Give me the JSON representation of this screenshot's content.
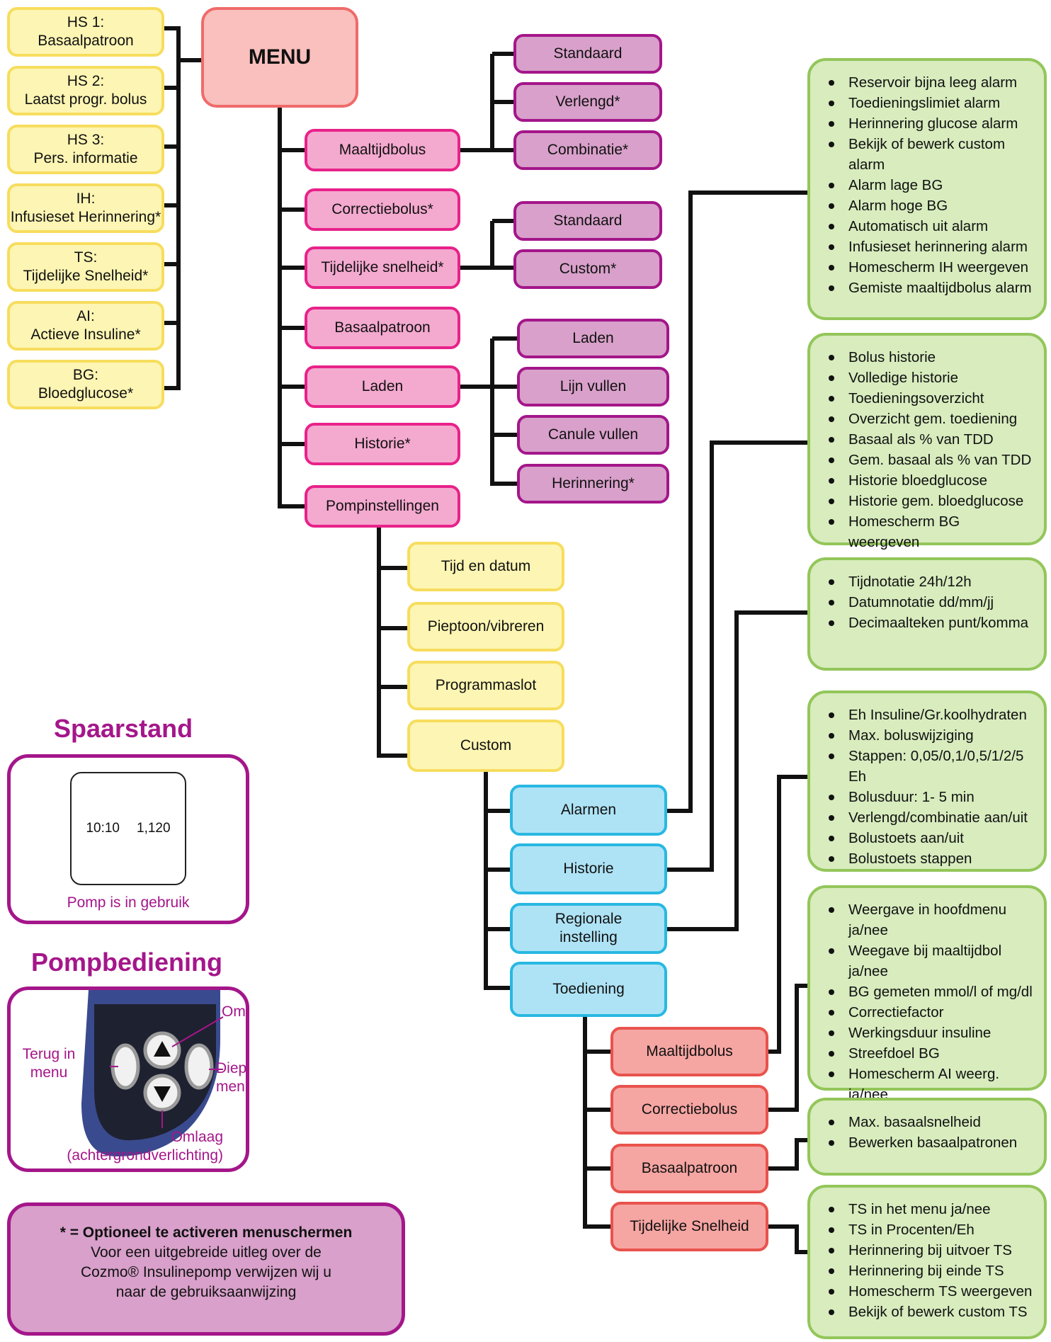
{
  "menu": {
    "title": "MENU"
  },
  "home_screens": [
    {
      "code": "HS 1:",
      "label": "Basaalpatroon"
    },
    {
      "code": "HS 2:",
      "label": "Laatst progr. bolus"
    },
    {
      "code": "HS 3:",
      "label": "Pers. informatie"
    },
    {
      "code": "IH:",
      "label": "Infusieset Herinnering*"
    },
    {
      "code": "TS:",
      "label": "Tijdelijke Snelheid*"
    },
    {
      "code": "AI:",
      "label": "Actieve Insuline*"
    },
    {
      "code": "BG:",
      "label": "Bloedglucose*"
    }
  ],
  "main_menu": [
    "Maaltijdbolus",
    "Correctiebolus*",
    "Tijdelijke snelheid*",
    "Basaalpatroon",
    "Laden",
    "Historie*",
    "Pompinstellingen"
  ],
  "maaltijdbolus_sub": [
    "Standaard",
    "Verlengd*",
    "Combinatie*"
  ],
  "tijdelijke_sub": [
    "Standaard",
    "Custom*"
  ],
  "laden_sub": [
    "Laden",
    "Lijn vullen",
    "Canule vullen",
    "Herinnering*"
  ],
  "pomp_sub": [
    "Tijd en datum",
    "Pieptoon/vibreren",
    "Programmaslot",
    "Custom"
  ],
  "custom_sub": [
    "Alarmen",
    "Historie",
    "Regionale instelling",
    "Toediening"
  ],
  "toediening_sub": [
    "Maaltijdbolus",
    "Correctiebolus",
    "Basaalpatroon",
    "Tijdelijke Snelheid"
  ],
  "lists": {
    "alarmen": [
      "Reservoir bijna leeg alarm",
      "Toedieningslimiet alarm",
      "Herinnering glucose alarm",
      "Bekijk of bewerk custom alarm",
      "Alarm lage BG",
      "Alarm hoge BG",
      "Automatisch uit alarm",
      "Infusieset herinnering alarm",
      "Homescherm IH weergeven",
      "Gemiste maaltijdbolus alarm"
    ],
    "historie": [
      "Bolus historie",
      "Volledige historie",
      "Toedieningsoverzicht",
      "Overzicht gem. toediening",
      "Basaal als % van TDD",
      "Gem. basaal als % van TDD",
      "Historie bloedglucose",
      "Historie gem. bloedglucose",
      "Homescherm BG weergeven"
    ],
    "regionaal": [
      "Tijdnotatie 24h/12h",
      "Datumnotatie dd/mm/jj",
      "Decimaalteken punt/komma"
    ],
    "maaltijdbolus": [
      "Eh Insuline/Gr.koolhydraten",
      "Max. boluswijziging",
      "Stappen: 0,05/0,1/0,5/1/2/5 Eh",
      "Bolusduur: 1- 5 min",
      "Verlengd/combinatie aan/uit",
      "Bolustoets aan/uit",
      "Bolustoets stappen"
    ],
    "correctiebolus": [
      "Weergave in hoofdmenu ja/nee",
      "Weegave bij maaltijdbol ja/nee",
      "BG gemeten mmol/l of mg/dl",
      "Correctiefactor",
      "Werkingsduur insuline",
      "Streefdoel BG",
      "Homescherm AI weerg. ja/nee"
    ],
    "basaal": [
      "Max. basaalsnelheid",
      "Bewerken basaalpatronen"
    ],
    "ts": [
      "TS in het menu ja/nee",
      "TS in Procenten/Eh",
      "Herinnering bij uitvoer TS",
      "Herinnering bij einde TS",
      "Homescherm TS weergeven",
      "Bekijk of bewerk custom TS"
    ]
  },
  "spaarstand": {
    "title": "Spaarstand",
    "time": "10:10",
    "value": "1,120",
    "status": "Pomp is in gebruik"
  },
  "bediening": {
    "title": "Pompbediening",
    "up": "Omhoog",
    "back": "Terug in menu",
    "deeper": "Dieper in menu",
    "down": "Omlaag (achtergrondverlichting)"
  },
  "legend": {
    "bold": "* = Optioneel te activeren menuschermen",
    "text1": "Voor een uitgebreide uitleg over de",
    "text2": "Cozmo® Insulinepomp verwijzen wij u",
    "text3": "naar de gebruiksaanwijzing"
  }
}
